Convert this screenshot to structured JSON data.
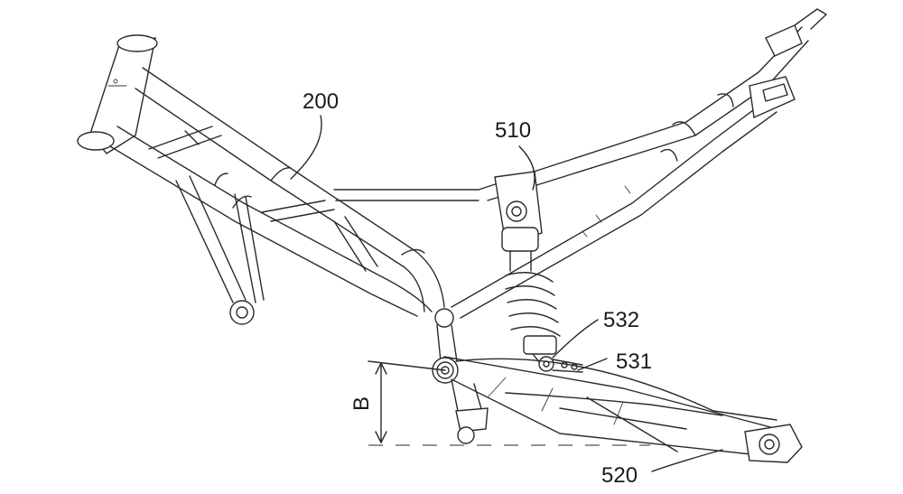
{
  "figure": {
    "labels": {
      "frame": "200",
      "shock": "510",
      "swingarm": "520",
      "link_upper": "532",
      "link_lower": "531",
      "dimension": "B"
    },
    "colors": {
      "line": "#2a2a2a",
      "background": "#ffffff"
    }
  }
}
